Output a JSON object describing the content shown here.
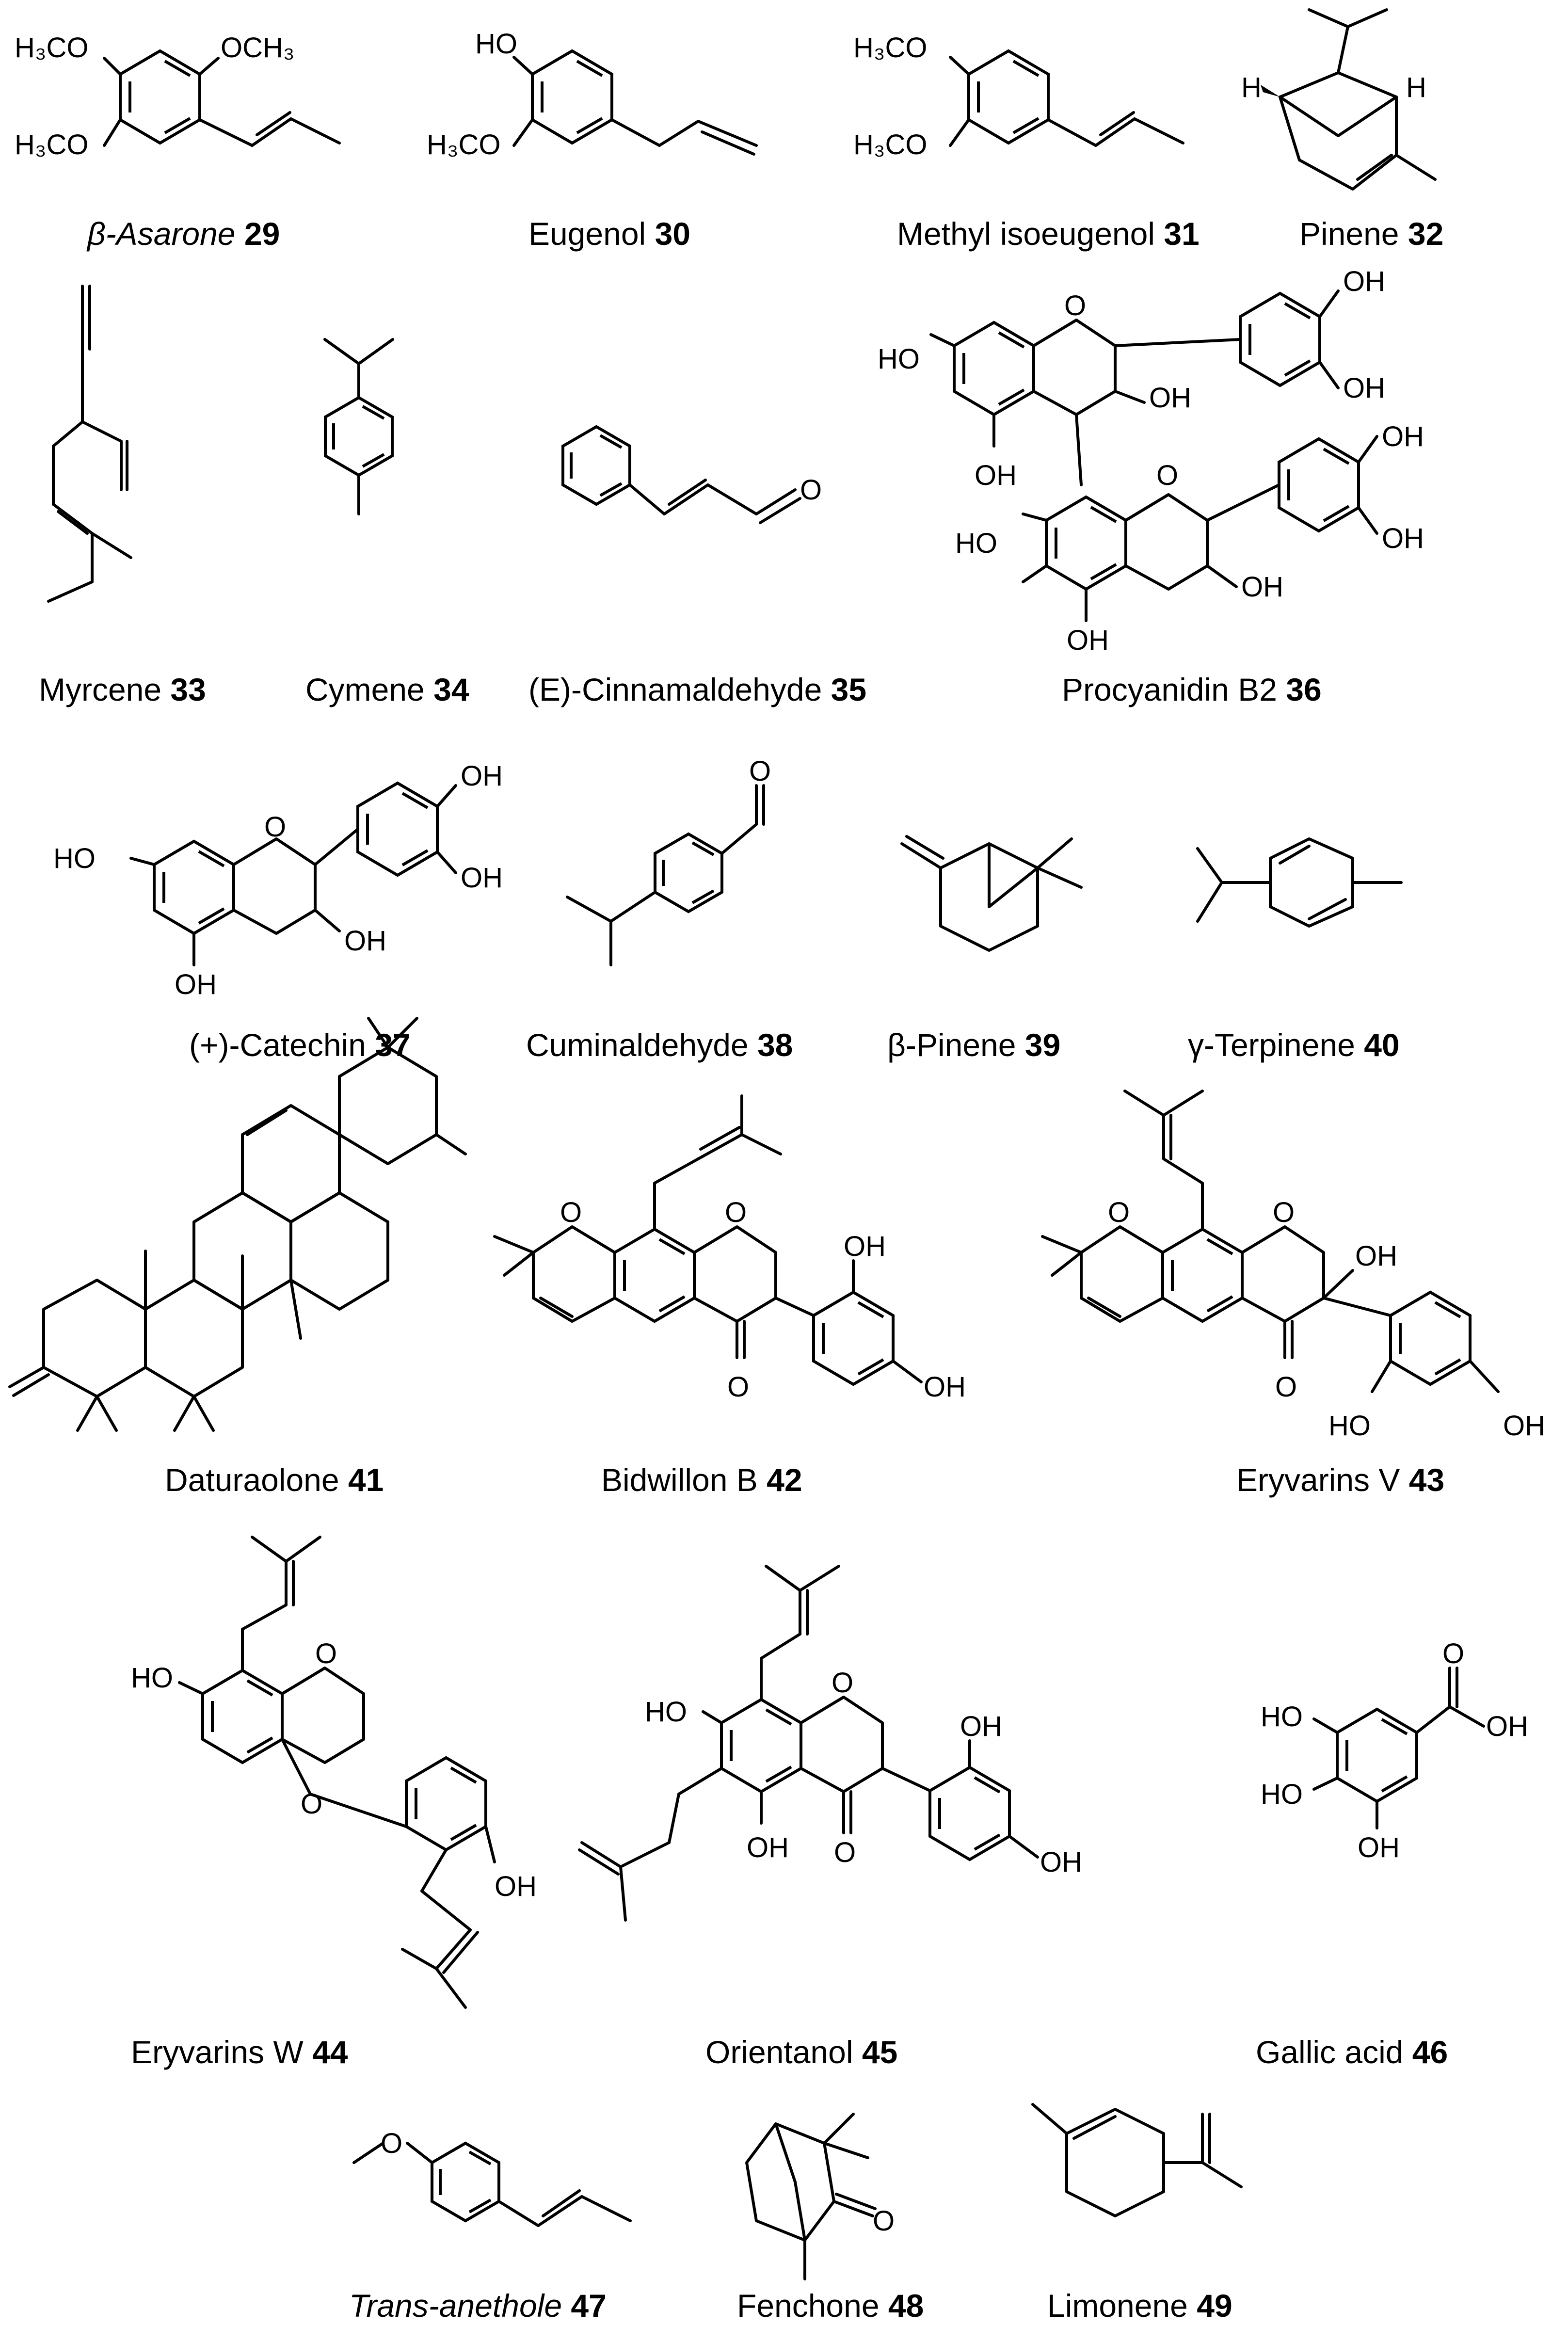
{
  "compounds": [
    {
      "id": "c29",
      "name": "β-Asarone",
      "number": "29"
    },
    {
      "id": "c30",
      "name": "Eugenol",
      "number": "30"
    },
    {
      "id": "c31",
      "name": "Methyl isoeugenol",
      "number": "31"
    },
    {
      "id": "c32",
      "name": "Pinene",
      "number": "32"
    },
    {
      "id": "c33",
      "name": "Myrcene",
      "number": "33"
    },
    {
      "id": "c34",
      "name": "Cymene",
      "number": "34"
    },
    {
      "id": "c35",
      "name": "(E)-Cinnamaldehyde",
      "number": "35"
    },
    {
      "id": "c36",
      "name": "Procyanidin B2",
      "number": "36"
    },
    {
      "id": "c37",
      "name": "(+)-Catechin",
      "number": "37"
    },
    {
      "id": "c38",
      "name": "Cuminaldehyde",
      "number": "38"
    },
    {
      "id": "c39",
      "name": "β-Pinene",
      "number": "39"
    },
    {
      "id": "c40",
      "name": "γ-Terpinene",
      "number": "40"
    },
    {
      "id": "c41",
      "name": "Daturaolone",
      "number": "41"
    },
    {
      "id": "c42",
      "name": "Bidwillon B",
      "number": "42"
    },
    {
      "id": "c43",
      "name": "Eryvarins V",
      "number": "43"
    },
    {
      "id": "c44",
      "name": "Eryvarins W",
      "number": "44"
    },
    {
      "id": "c45",
      "name": "Orientanol",
      "number": "45"
    },
    {
      "id": "c46",
      "name": "Gallic acid",
      "number": "46"
    },
    {
      "id": "c47",
      "name": "Trans-anethole",
      "number": "47"
    },
    {
      "id": "c48",
      "name": "Fenchone",
      "number": "48"
    },
    {
      "id": "c49",
      "name": "Limonene",
      "number": "49"
    }
  ],
  "atom_labels": {
    "h3co": "H₃CO",
    "och3": "OCH₃",
    "ho": "HO",
    "oh": "OH",
    "o": "O",
    "h": "H"
  }
}
